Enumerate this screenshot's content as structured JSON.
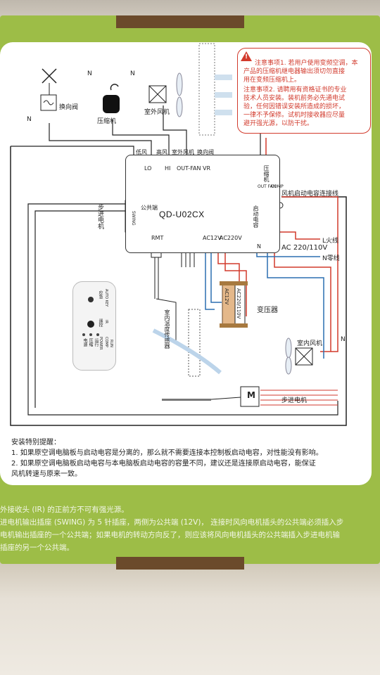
{
  "warning": {
    "lines": [
      "注意事项1. 若用户使用变频空调，本",
      "产品的压缩机继电器输出须切勿直接",
      "用在变频压缩机上。",
      "注意事项2. 请聘用有资格证书的专业",
      "技术人员安装。装机前务必先通电试",
      "验，任何因错误安装所造成的损坏，",
      "一律不予保修。试机时接收器应尽量",
      "避开强光源，以防干扰。"
    ]
  },
  "components": {
    "swing_valve": "换向阀",
    "compressor": "压缩机",
    "outdoor_fan": "室外风机",
    "indoor_fan": "室内风机",
    "stepper_motor_left": "步进电机",
    "stepper_motor_bottom": "步进电机",
    "transformer": "变压器",
    "fan_cap_line": "风机启动电容连接线",
    "live_wire": "L火线",
    "neutral_wire": "N零线",
    "power_label": "AC 220/110V",
    "temp_sensor": "室内温度传感器",
    "common_terminal": "公共端",
    "start_cap": "启动电容",
    "comp_cap": "压缩机",
    "n_labels": [
      "N",
      "N",
      "N",
      "N"
    ],
    "motor_m": "M"
  },
  "board": {
    "model": "QD-U02CX",
    "relay_top_labels": [
      "低风",
      "高风",
      "室外风机",
      "换向阀"
    ],
    "relay_codes": [
      "LO",
      "HI",
      "OUT-FAN",
      "VR"
    ],
    "rmt": "RMT",
    "ac12v": "AC12V",
    "ac220v": "AC220V",
    "swing": "SWING",
    "n_term": "N",
    "comp": "COMP",
    "out_fan_code": "OUT FAN"
  },
  "transformer_labels": [
    "AC12V",
    "AC220/110V"
  ],
  "remote_labels": [
    "应急",
    "AUTO KEY",
    "遥控",
    "IR",
    "电源",
    "压缩",
    "运行",
    "POWER",
    "COMP",
    "RUN"
  ],
  "notes": {
    "title": "安装特别提醒：",
    "items": [
      "1. 如果原空调电脑板与启动电容是分离的，那么就不需要连接本控制板启动电容，对性能没有影响。",
      "2. 如果原空调电脑板启动电容与本电脑板启动电容的容量不同，建议还是连接原启动电容，能保证",
      "    风机转速与原来一致。"
    ]
  },
  "lower_text": [
    "外接收头 (IR) 的正前方不可有强光源。",
    "进电机输出插座 (SWING) 为 5 针插座，两侧为公共端 (12V)，  连接时风向电机插头的公共端必须插入步",
    "电机输出插座的一个公共端；如果电机的转动方向反了，则应该将风向电机插头的公共端插入步进电机输",
    "插座的另一个公共端。"
  ],
  "colors": {
    "box_green": "#9dbd47",
    "wire_red": "#d23a2c",
    "wire_blue": "#2b6fb0",
    "wire_black": "#222222"
  }
}
